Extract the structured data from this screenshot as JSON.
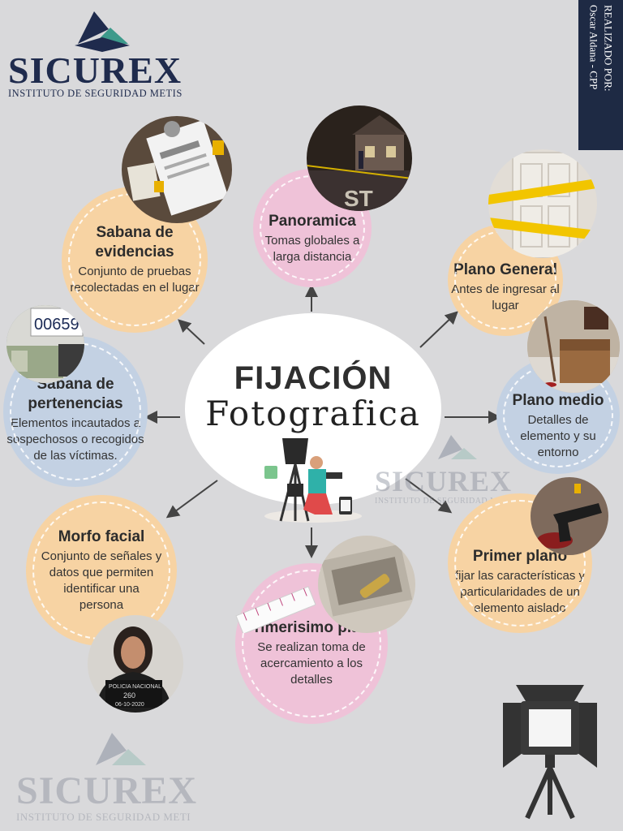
{
  "logo": {
    "name": "SICUREX",
    "subtitle": "INSTITUTO DE SEGURIDAD METIS"
  },
  "credit": {
    "line1": "REALIZADO POR:",
    "line2": "Oscar Aldana - CPP"
  },
  "center": {
    "title": "FIJACIÓN",
    "subtitle": "Fotografica"
  },
  "items": {
    "sabana_evidencias": {
      "title": "Sabana de evidencias",
      "desc": "Conjunto de pruebas recolectadas en el lugar"
    },
    "panoramica": {
      "title": "Panoramica",
      "desc": "Tomas globales a larga distancia"
    },
    "plano_general": {
      "title": "Plano General",
      "desc": "Antes de ingresar al lugar"
    },
    "sabana_pertenencias": {
      "title": "Sabana de pertenencias",
      "desc": "Elementos incautados a sospechosos o recogidos de las víctimas."
    },
    "plano_medio": {
      "title": "Plano medio",
      "desc": "Detalles de elemento y su entorno"
    },
    "morfo_facial": {
      "title": "Morfo facial",
      "desc": "Conjunto de señales y datos que permiten identificar una persona"
    },
    "primer_plano": {
      "title": "Primer plano",
      "desc": "fijar las características y particularidades de un elemento aislado"
    },
    "primerisimo_plano": {
      "title": "Primerisimo plano",
      "desc": "Se realizan toma de acercamiento a los detalles"
    }
  },
  "photo_text": {
    "money": "00659",
    "mug_lines": [
      "POLICIA NACIONAL",
      "260",
      "06-10-2020"
    ],
    "sign": "ST"
  },
  "watermark_mid": {
    "name": "SICUREX",
    "subtitle": "INSTITUTO DE SEGURIDAD METIS"
  },
  "watermark_bottom": {
    "name": "SICUREX",
    "subtitle": "INSTITUTO DE SEGURIDAD METI"
  },
  "colors": {
    "background": "#d9d9db",
    "peach": "#f7d3a3",
    "blue": "#c3d1e3",
    "pink": "#efc2d8",
    "navy": "#1e2a44"
  }
}
